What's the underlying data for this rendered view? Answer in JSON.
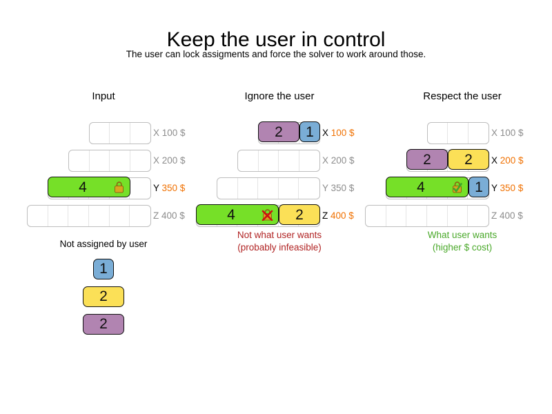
{
  "header": {
    "title": "Keep the user in control",
    "subtitle": "The user can lock assigments and force the solver to work around those."
  },
  "colors": {
    "green": "#76e028",
    "blue": "#7aadd6",
    "yellow": "#fbe057",
    "purple": "#b184b1",
    "cost_highlight": "#f07000",
    "label_muted": "#8c8c8c",
    "caption_bad": "#b02222",
    "caption_good": "#49a829",
    "lock_gold": "#d9a521",
    "lock_violation": "#cc1111",
    "lock_ok": "#3ba82a"
  },
  "columns": [
    {
      "id": "input",
      "title": "Input",
      "caption": "",
      "rows": [
        {
          "name": "X",
          "cost": "100 $",
          "capacity": 3,
          "active": false,
          "chips": []
        },
        {
          "name": "X",
          "cost": "200 $",
          "capacity": 4,
          "active": false,
          "chips": []
        },
        {
          "name": "Y",
          "cost": "350 $",
          "capacity": 5,
          "active": true,
          "chips": [
            {
              "value": "4",
              "color": "green",
              "span": 4,
              "lock": "locked"
            }
          ]
        },
        {
          "name": "Z",
          "cost": "400 $",
          "capacity": 6,
          "active": false,
          "chips": []
        }
      ]
    },
    {
      "id": "ignore",
      "title": "Ignore the user",
      "caption": "Not what user wants\n(probably infeasible)",
      "caption_tone": "bad",
      "rows": [
        {
          "name": "X",
          "cost": "100 $",
          "capacity": 3,
          "active": true,
          "chips": [
            {
              "value": "2",
              "color": "purple",
              "span": 2,
              "lock": "none"
            },
            {
              "value": "1",
              "color": "blue",
              "span": 1,
              "lock": "none"
            }
          ]
        },
        {
          "name": "X",
          "cost": "200 $",
          "capacity": 4,
          "active": false,
          "chips": []
        },
        {
          "name": "Y",
          "cost": "350 $",
          "capacity": 5,
          "active": false,
          "chips": []
        },
        {
          "name": "Z",
          "cost": "400 $",
          "capacity": 6,
          "active": true,
          "chips": [
            {
              "value": "4",
              "color": "green",
              "span": 4,
              "lock": "violated"
            },
            {
              "value": "2",
              "color": "yellow",
              "span": 2,
              "lock": "none"
            }
          ]
        }
      ]
    },
    {
      "id": "respect",
      "title": "Respect the user",
      "caption": "What user wants\n(higher $ cost)",
      "caption_tone": "good",
      "rows": [
        {
          "name": "X",
          "cost": "100 $",
          "capacity": 3,
          "active": false,
          "chips": []
        },
        {
          "name": "X",
          "cost": "200 $",
          "capacity": 4,
          "active": true,
          "chips": [
            {
              "value": "2",
              "color": "purple",
              "span": 2,
              "lock": "none"
            },
            {
              "value": "2",
              "color": "yellow",
              "span": 2,
              "lock": "none"
            }
          ]
        },
        {
          "name": "Y",
          "cost": "350 $",
          "capacity": 5,
          "active": true,
          "chips": [
            {
              "value": "4",
              "color": "green",
              "span": 4,
              "lock": "respected"
            },
            {
              "value": "1",
              "color": "blue",
              "span": 1,
              "lock": "none"
            }
          ]
        },
        {
          "name": "Z",
          "cost": "400 $",
          "capacity": 6,
          "active": false,
          "chips": []
        }
      ]
    }
  ],
  "unassigned": {
    "title": "Not assigned by user",
    "chips": [
      {
        "value": "1",
        "color": "blue",
        "span": 1
      },
      {
        "value": "2",
        "color": "yellow",
        "span": 2
      },
      {
        "value": "2",
        "color": "purple",
        "span": 2
      }
    ]
  }
}
